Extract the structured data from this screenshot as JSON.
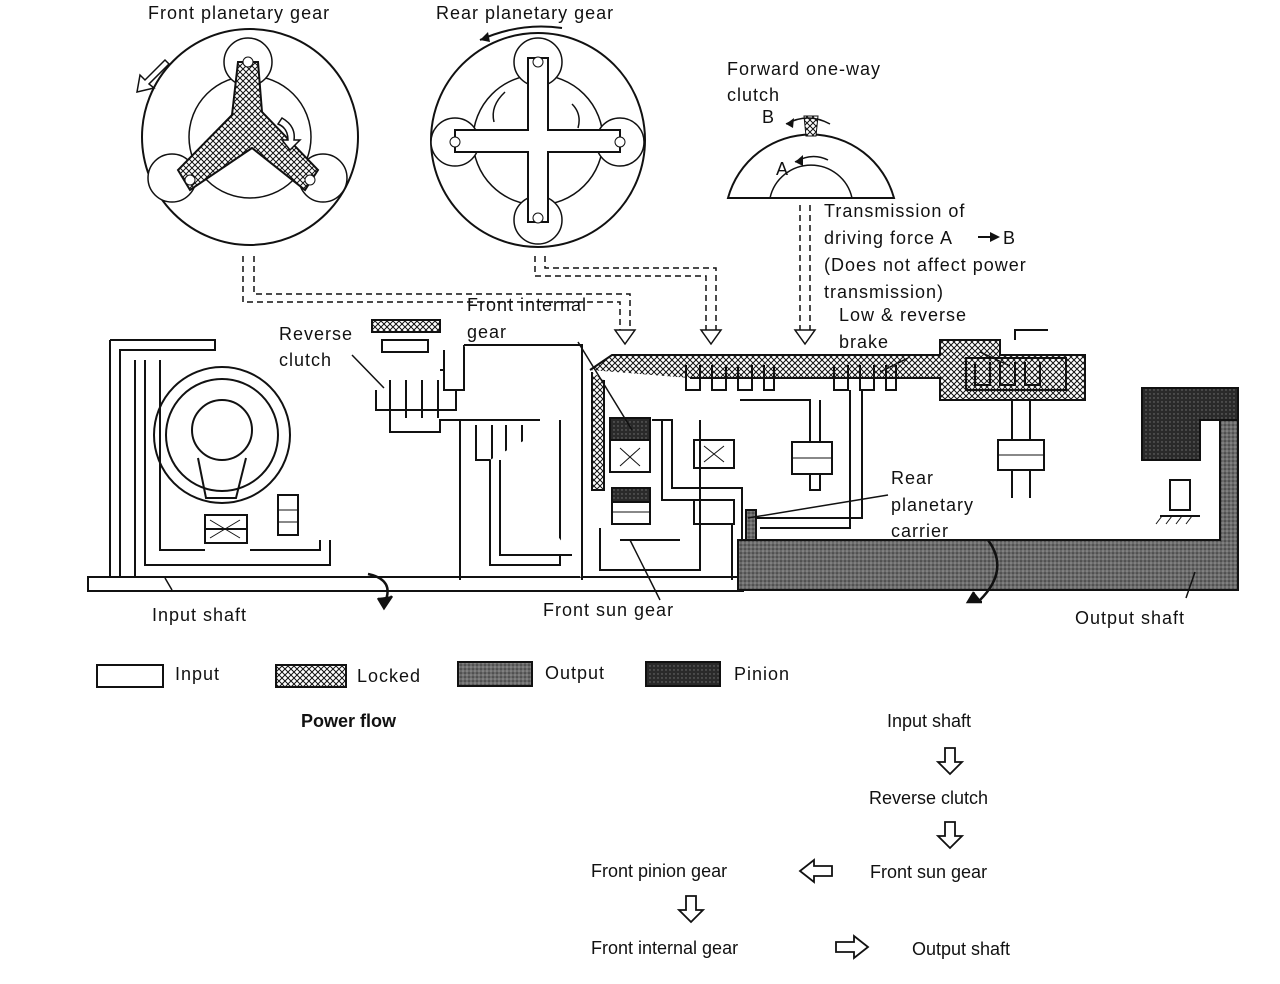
{
  "top": {
    "front_planetary": "Front planetary gear",
    "rear_planetary": "Rear planetary gear",
    "one_way_clutch_line1": "Forward one-way",
    "one_way_clutch_line2": "clutch",
    "letter_a": "A",
    "letter_b": "B",
    "transmission_line1": "Transmission of",
    "transmission_line2": "driving force A",
    "transmission_line2_end": "B",
    "transmission_line3": "(Does not affect power",
    "transmission_line4": "transmission)"
  },
  "section": {
    "front_internal_1": "Front internal",
    "front_internal_2": "gear",
    "reverse_clutch_1": "Reverse",
    "reverse_clutch_2": "clutch",
    "low_reverse_1": "Low & reverse",
    "low_reverse_2": "brake",
    "rear_carrier_1": "Rear",
    "rear_carrier_2": "planetary",
    "rear_carrier_3": "carrier",
    "input_shaft": "Input shaft",
    "front_sun_gear": "Front sun gear",
    "output_shaft": "Output shaft"
  },
  "legend": {
    "input": "Input",
    "locked": "Locked",
    "output": "Output",
    "pinion": "Pinion"
  },
  "power_flow": {
    "title": "Power flow",
    "steps": {
      "input_shaft": "Input shaft",
      "reverse_clutch": "Reverse clutch",
      "front_sun_gear": "Front sun gear",
      "front_pinion_gear": "Front pinion gear",
      "front_internal_gear": "Front internal gear",
      "output_shaft": "Output shaft"
    }
  },
  "colors": {
    "line": "#111111",
    "output_fill": "#555555",
    "pinion_fill": "#2a2a2a",
    "background": "#ffffff"
  }
}
